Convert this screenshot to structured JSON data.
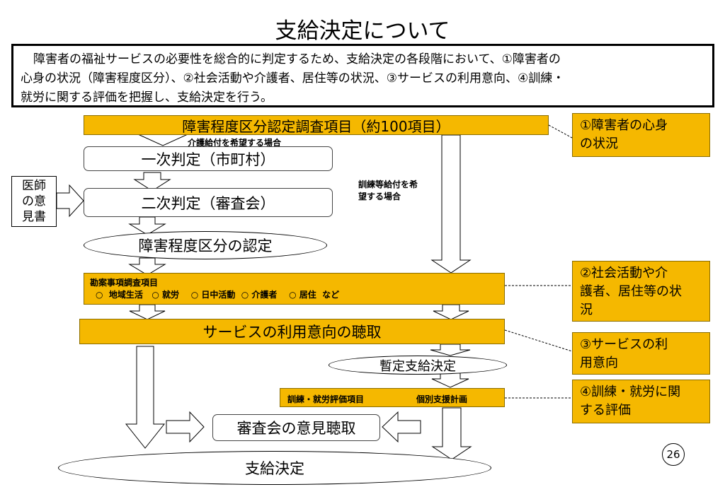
{
  "title": "支給決定について",
  "summary": {
    "line1": "障害者の福祉サービスの必要性を総合的に判定するため、支給決定の各段階において、①障害者の",
    "line2": "心身の状況（障害程度区分）、②社会活動や介護者、居住等の状況、③サービスの利用意向、④訓練・",
    "line3": "就労に関する評価を把握し、支給決定を行う。"
  },
  "flow": {
    "survey_items": "障害程度区分認定調査項目（約100項目）",
    "care_benefit_label": "介護給付を希望する場合",
    "primary": "一次判定（市町村）",
    "training_benefit_label_1": "訓練等給付を希",
    "training_benefit_label_2": "望する場合",
    "doctor_1": "医師",
    "doctor_2": "の意",
    "doctor_3": "見書",
    "secondary": "二次判定（審査会）",
    "certification": "障害程度区分の認定",
    "factors_title": "勘案事項調査項目",
    "factors_items": "○  地域生活   ○ 就労    ○ 日中活動  ○ 介護者    ○ 居住  など",
    "service_intent": "サービスの利用意向の聴取",
    "provisional": "暫定支給決定",
    "eval_items": "訓練・就労評価項目",
    "individual_plan": "個別支援計画",
    "board_opinion": "審査会の意見聴取",
    "final": "支給決定"
  },
  "side_notes": {
    "n1_1": "①障害者の心身",
    "n1_2": "の状況",
    "n2_1": "②社会活動や介",
    "n2_2": "護者、居住等の状",
    "n2_3": "況",
    "n3_1": "③サービスの利",
    "n3_2": "用意向",
    "n4_1": "④訓練・就労に関",
    "n4_2": "する評価"
  },
  "page_number": "26",
  "colors": {
    "accent": "#f5b800",
    "border": "#000000"
  }
}
